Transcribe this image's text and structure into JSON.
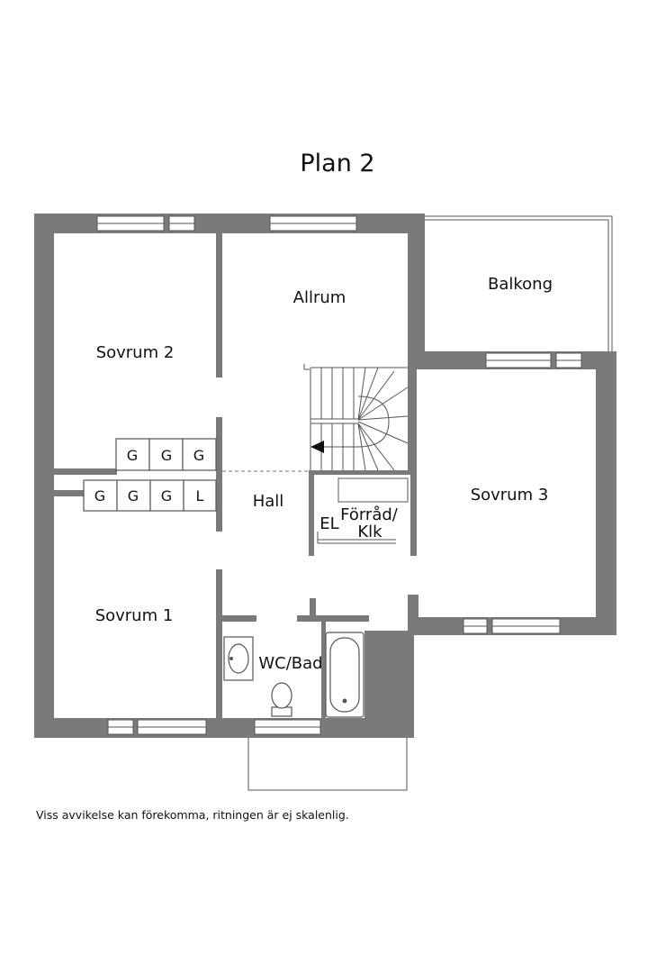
{
  "title": "Plan 2",
  "rooms": {
    "sovrum2": "Sovrum 2",
    "allrum": "Allrum",
    "balkong": "Balkong",
    "hall": "Hall",
    "sovrum3": "Sovrum 3",
    "sovrum1": "Sovrum 1",
    "wcbad": "WC/Bad",
    "el": "EL",
    "forrad_line1": "Förråd/",
    "forrad_line2": "Klk"
  },
  "closets_upper": [
    "G",
    "G",
    "G"
  ],
  "closets_lower": [
    "G",
    "G",
    "G",
    "L"
  ],
  "footnote": "Viss avvikelse kan förekomma, ritningen är ej skalenlig.",
  "colors": {
    "wall": "#7a7a7a",
    "line": "#555555"
  }
}
